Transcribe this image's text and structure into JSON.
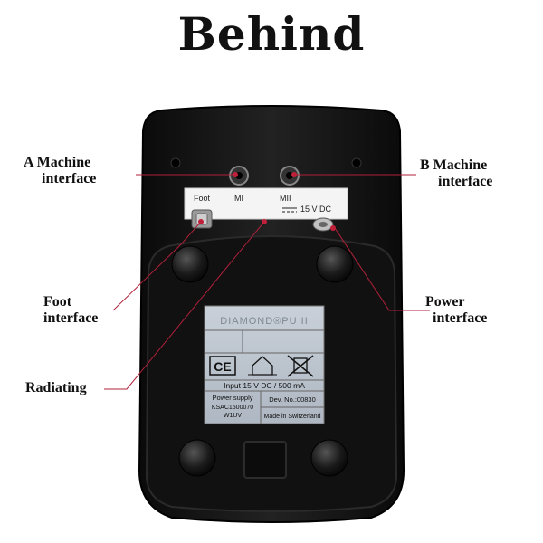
{
  "title": "Behind",
  "callouts": {
    "a_machine": {
      "line1": "A Machine",
      "line2": "interface"
    },
    "b_machine": {
      "line1": "B Machine",
      "line2": "interface"
    },
    "foot": {
      "line1": "Foot",
      "line2": "interface"
    },
    "power": {
      "line1": "Power",
      "line2": "interface"
    },
    "radiating": {
      "line1": "Radiating"
    }
  },
  "device": {
    "port_strip": {
      "foot": "Foot",
      "m1": "MI",
      "m2": "MII",
      "dc": "15 V DC"
    },
    "rating_plate": {
      "brand": "DIAMOND®PU II",
      "input": "Input 15 V DC / 500 mA",
      "power_supply": "Power supply",
      "power_supply_model": "KSAC1500070",
      "power_supply_suffix": "W1UV",
      "dev_no": "Dev. No.:00830",
      "made_in": "Made in Switzerland",
      "ce_mark": "CE"
    }
  },
  "colors": {
    "callout_line": "#b0203a",
    "device_body": "#151515"
  }
}
